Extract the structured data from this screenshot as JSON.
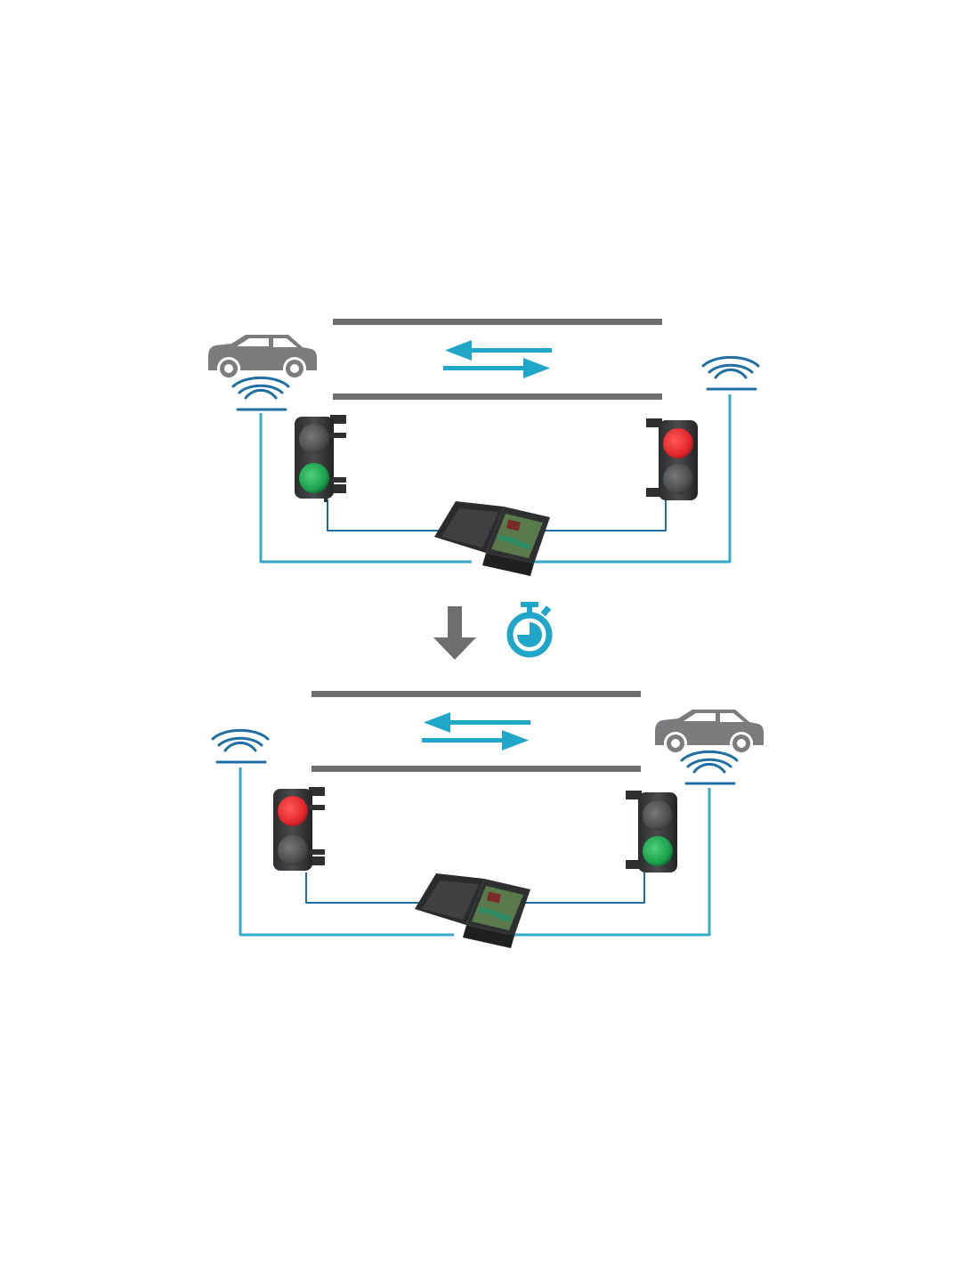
{
  "colors": {
    "road": "#6e6e70",
    "arrow": "#1fa6c8",
    "wire": "#35aac9",
    "sensor": "#1f6fa3",
    "car": "#7b7c7e",
    "light_body": "#343638",
    "red_on": "#e3262d",
    "green_on": "#1aa04b",
    "lens_off": "#4a4c4e",
    "timer": "#1fa6c8",
    "down_arrow": "#6f6f71"
  },
  "diagram": {
    "scenes": [
      {
        "id": "before",
        "car_side": "left",
        "left_light": "green",
        "right_light": "red",
        "traffic_direction_arrows": [
          "left",
          "right"
        ]
      },
      {
        "id": "after",
        "car_side": "right",
        "left_light": "red",
        "right_light": "green",
        "traffic_direction_arrows": [
          "left",
          "right"
        ]
      }
    ],
    "transition": {
      "arrow": "down-arrow",
      "icon": "stopwatch-icon"
    }
  }
}
